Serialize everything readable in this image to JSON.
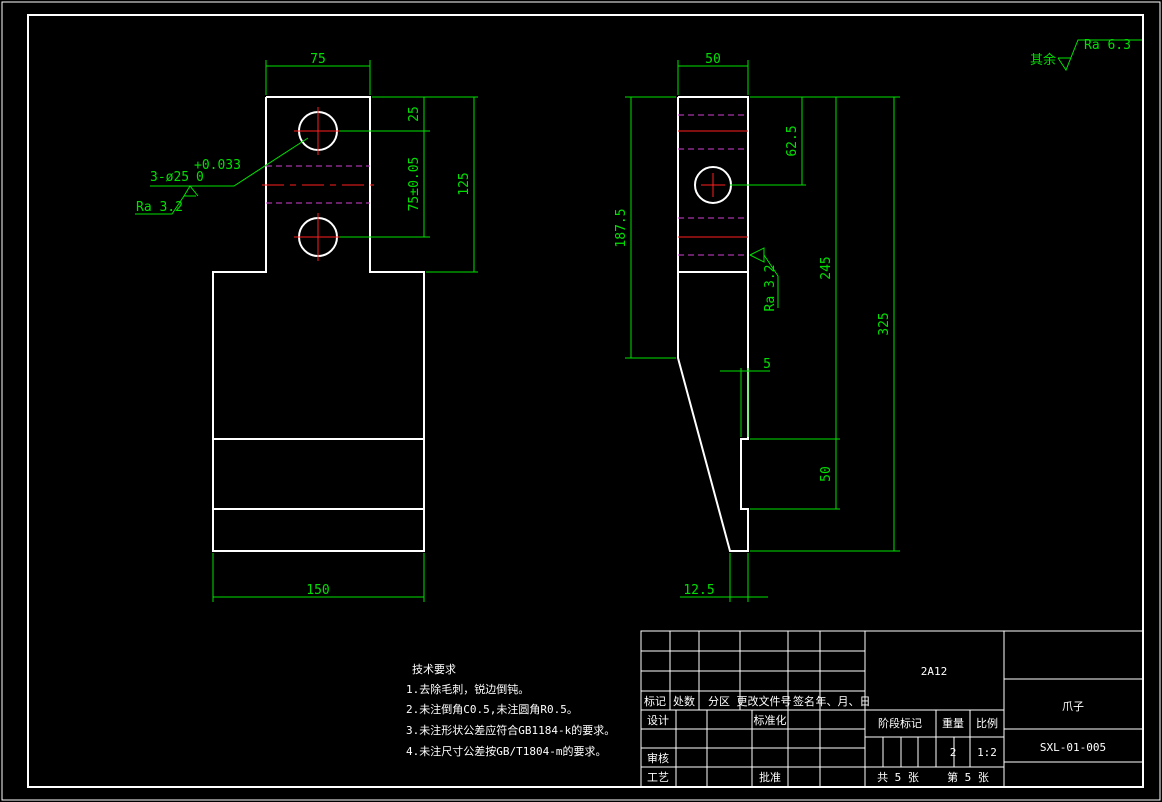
{
  "drawing": {
    "surface_roughness_rest": {
      "prefix": "其余",
      "value": "Ra 6.3"
    },
    "front_view": {
      "dim_top_width": "75",
      "dim_bottom_width": "150",
      "dim_top_spacing": "25",
      "dim_hole_spacing": "75±0.05",
      "dim_upper_height": "125",
      "hole_callout": "3-ø25",
      "hole_tol_upper": "+0.033",
      "hole_tol_lower": "0",
      "hole_roughness": "Ra 3.2"
    },
    "side_view": {
      "dim_top_width": "50",
      "dim_hole_offset": "62.5",
      "dim_upper_height": "187.5",
      "dim_245": "245",
      "dim_325": "325",
      "dim_5": "5",
      "dim_50": "50",
      "dim_12_5": "12.5",
      "face_roughness": "Ra 3.2"
    },
    "tech_requirements": {
      "title": "技术要求",
      "items": [
        "1.去除毛刺，锐边倒钝。",
        "2.未注倒角C0.5,未注圆角R0.5。",
        "3.未注形状公差应符合GB1184-k的要求。",
        "4.未注尺寸公差按GB/T1804-m的要求。"
      ]
    },
    "title_block": {
      "material": "2A12",
      "part_name": "爪子",
      "drawing_number": "SXL-01-005",
      "rev_headers": [
        "标记",
        "处数",
        "分区",
        "更改文件号",
        "签名",
        "年、月、日"
      ],
      "design": "设计",
      "standardization": "标准化",
      "review": "审核",
      "process": "工艺",
      "approve": "批准",
      "stage_mark": "阶段标记",
      "weight_label": "重量",
      "scale_label": "比例",
      "weight_value": "2",
      "scale_value": "1:2",
      "sheet_total": "共 5 张",
      "sheet_number": "第 5 张"
    }
  }
}
